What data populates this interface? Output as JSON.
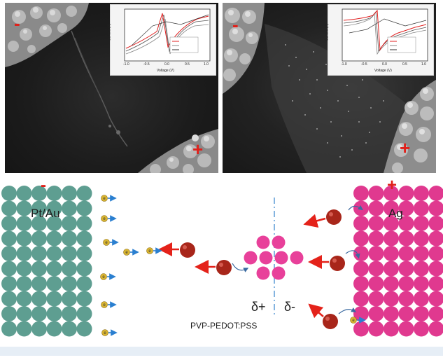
{
  "sem_left": {
    "negative_sign": "-",
    "positive_sign": "+",
    "inset": {
      "ylabel": "Current (A)",
      "xlabel": "Voltage (V)",
      "x_ticks": [
        "-1.0",
        "-0.5",
        "0.0",
        "0.5",
        "1.0"
      ]
    }
  },
  "sem_right": {
    "negative_sign": "-",
    "positive_sign": "+",
    "inset": {
      "ylabel": "Current (A)",
      "xlabel": "Voltage (V)",
      "x_ticks": [
        "-1.0",
        "-0.5",
        "0.0",
        "0.5",
        "1.0"
      ]
    }
  },
  "diagram": {
    "negative_sign": "-",
    "positive_sign": "+",
    "left_electrode_label": "Pt/Au",
    "right_electrode_label": "Ag",
    "delta_plus": "δ+",
    "delta_minus": "δ-",
    "matrix_label": "PVP-PEDOT:PSS",
    "electron_symbol": "e",
    "colors": {
      "left_electrode": "#5e9e91",
      "right_electrode": "#e0398f",
      "cluster": "#e8409a",
      "ion": "#a8261a",
      "electron": "#d8b431",
      "electron_arrow": "#2a7fd0",
      "ion_arrow": "#e4221a",
      "sign": "#e0201a",
      "divider": "#5b9bd5"
    }
  }
}
